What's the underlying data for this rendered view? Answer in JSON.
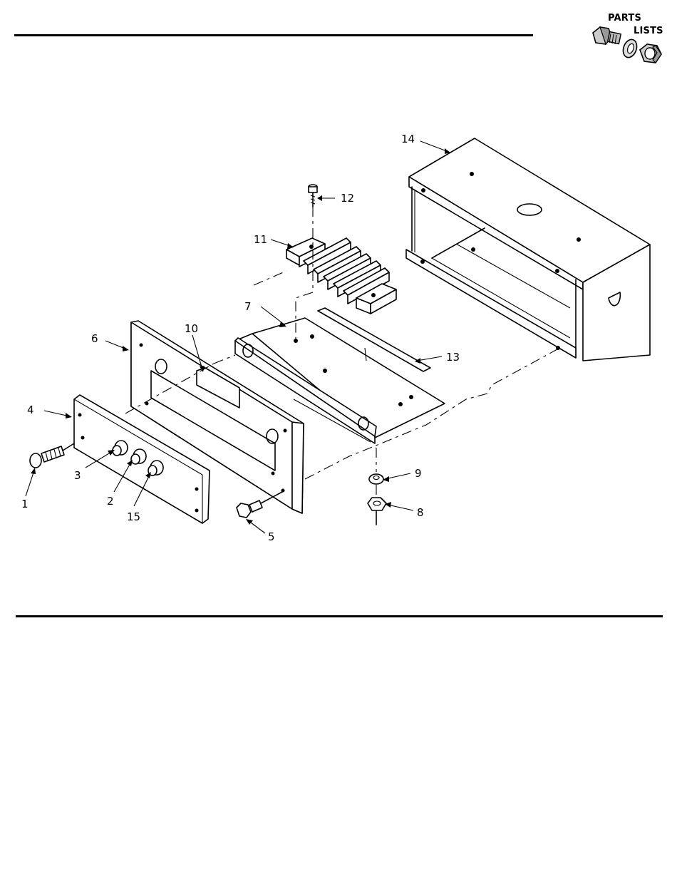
{
  "header": {
    "logo": {
      "word1": "PARTS",
      "word2": "LISTS",
      "icon": "bolt-washer-nut-icon"
    }
  },
  "diagram": {
    "callouts": [
      {
        "id": "c1",
        "label": "1"
      },
      {
        "id": "c2",
        "label": "2"
      },
      {
        "id": "c3",
        "label": "3"
      },
      {
        "id": "c4",
        "label": "4"
      },
      {
        "id": "c5",
        "label": "5"
      },
      {
        "id": "c6",
        "label": "6"
      },
      {
        "id": "c7",
        "label": "7"
      },
      {
        "id": "c8",
        "label": "8"
      },
      {
        "id": "c9",
        "label": "9"
      },
      {
        "id": "c10",
        "label": "10"
      },
      {
        "id": "c11",
        "label": "11"
      },
      {
        "id": "c12",
        "label": "12"
      },
      {
        "id": "c13",
        "label": "13"
      },
      {
        "id": "c14",
        "label": "14"
      },
      {
        "id": "c15",
        "label": "15"
      }
    ]
  }
}
